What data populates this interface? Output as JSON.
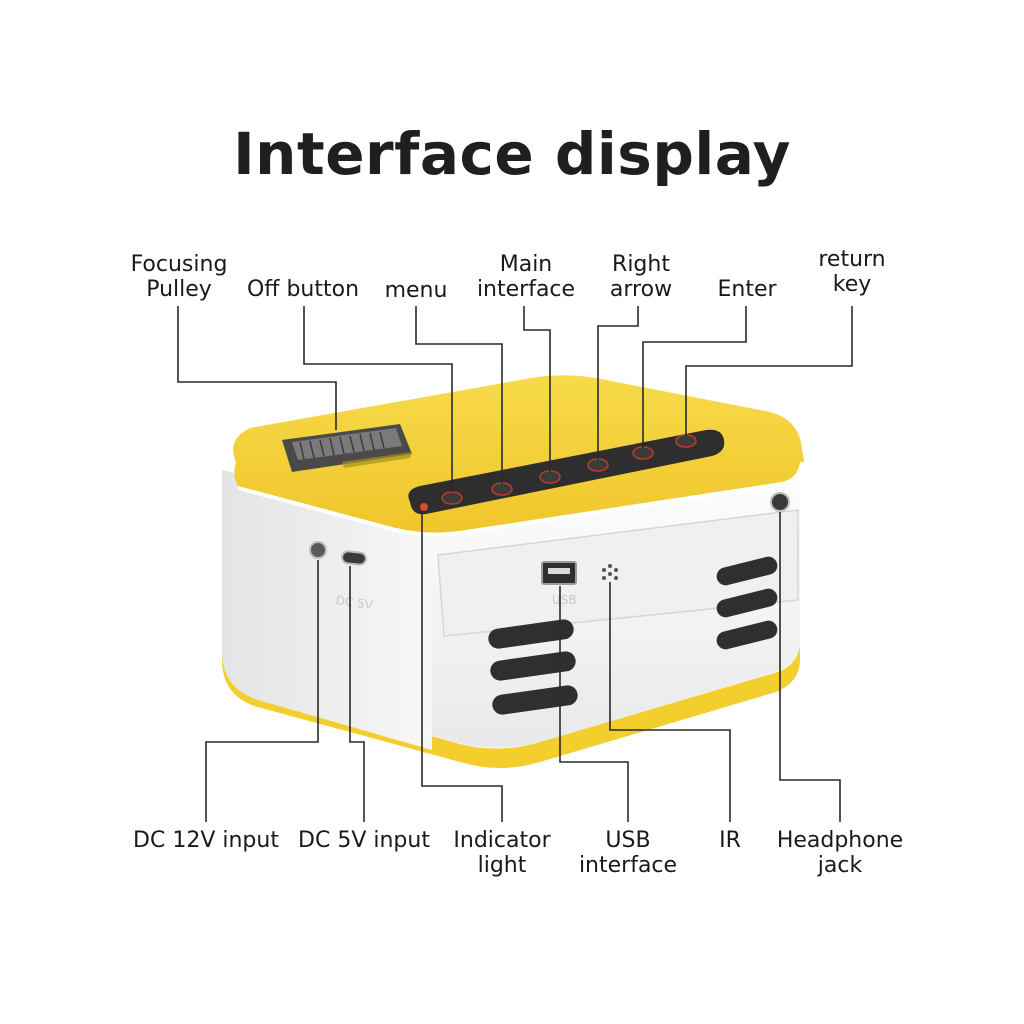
{
  "title": "Interface display",
  "top_labels": {
    "focusing_pulley": [
      "Focusing",
      "Pulley"
    ],
    "off_button": [
      "Off button"
    ],
    "menu": [
      "menu"
    ],
    "main_interface": [
      "Main",
      "interface"
    ],
    "right_arrow": [
      "Right",
      "arrow"
    ],
    "enter": [
      "Enter"
    ],
    "return_key": [
      "return",
      "key"
    ]
  },
  "bottom_labels": {
    "dc_12v_input": [
      "DC 12V input"
    ],
    "dc_5v_input": [
      "DC 5V input"
    ],
    "indicator_light": [
      "Indicator",
      "light"
    ],
    "usb_interface": [
      "USB",
      "interface"
    ],
    "ir": [
      "IR"
    ],
    "headphone_jack": [
      "Headphone",
      "jack"
    ]
  },
  "device_markings": {
    "port_5v": "DC 5V",
    "usb": "USB"
  },
  "colors": {
    "shell_yellow": "#f4d23a",
    "shell_white": "#f6f6f6",
    "panel_dark": "#2e2e2e",
    "line": "#2a2a2a",
    "text": "#1a1a1a"
  }
}
